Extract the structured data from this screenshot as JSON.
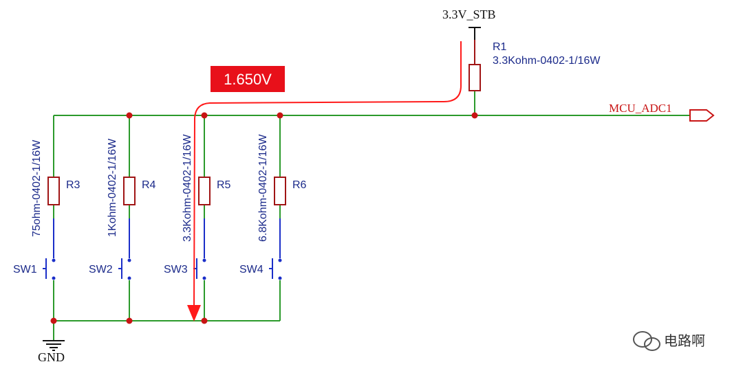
{
  "power": {
    "label": "3.3V_STB"
  },
  "ground": {
    "label": "GND"
  },
  "net": {
    "label": "MCU_ADC1"
  },
  "annotation": {
    "voltage": "1.650V"
  },
  "pullup": {
    "ref": "R1",
    "value": "3.3Kohm-0402-1/16W"
  },
  "branches": [
    {
      "res_ref": "R3",
      "res_value": "75ohm-0402-1/16W",
      "switch": "SW1"
    },
    {
      "res_ref": "R4",
      "res_value": "1Kohm-0402-1/16W",
      "switch": "SW2"
    },
    {
      "res_ref": "R5",
      "res_value": "3.3Kohm-0402-1/16W",
      "switch": "SW3"
    },
    {
      "res_ref": "R6",
      "res_value": "6.8Kohm-0402-1/16W",
      "switch": "SW4"
    }
  ],
  "watermark": {
    "text": "电路啊"
  },
  "colors": {
    "wire": "#2b9a2b",
    "component": "#a01414",
    "switch": "#1a2ec8",
    "highlight": "#e8101a"
  }
}
